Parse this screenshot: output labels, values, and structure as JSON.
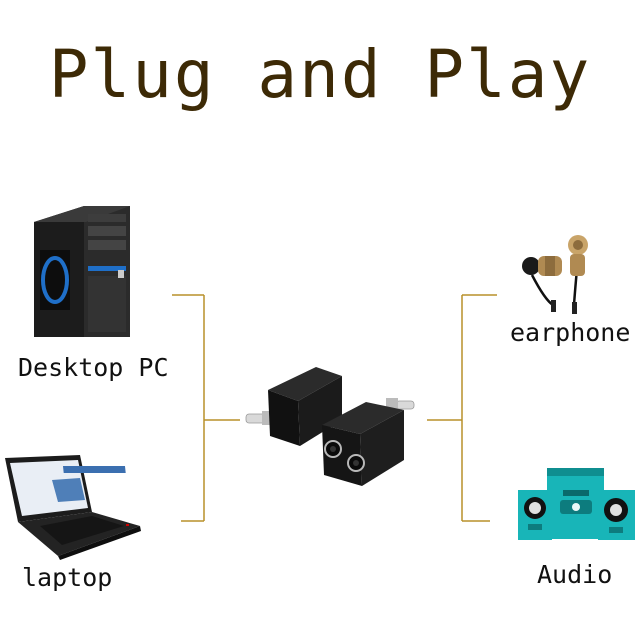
{
  "title": "Plug and Play",
  "devices": {
    "desktop_pc": "Desktop PC",
    "laptop": "laptop",
    "earphone": "earphone",
    "audio": "Audio"
  },
  "colors": {
    "title": "#3d2a06",
    "connector_line": "#b8902a",
    "adapter": "#1a1a1a",
    "accent_blue": "#1f6fc8",
    "speaker_teal": "#18b5b8"
  }
}
